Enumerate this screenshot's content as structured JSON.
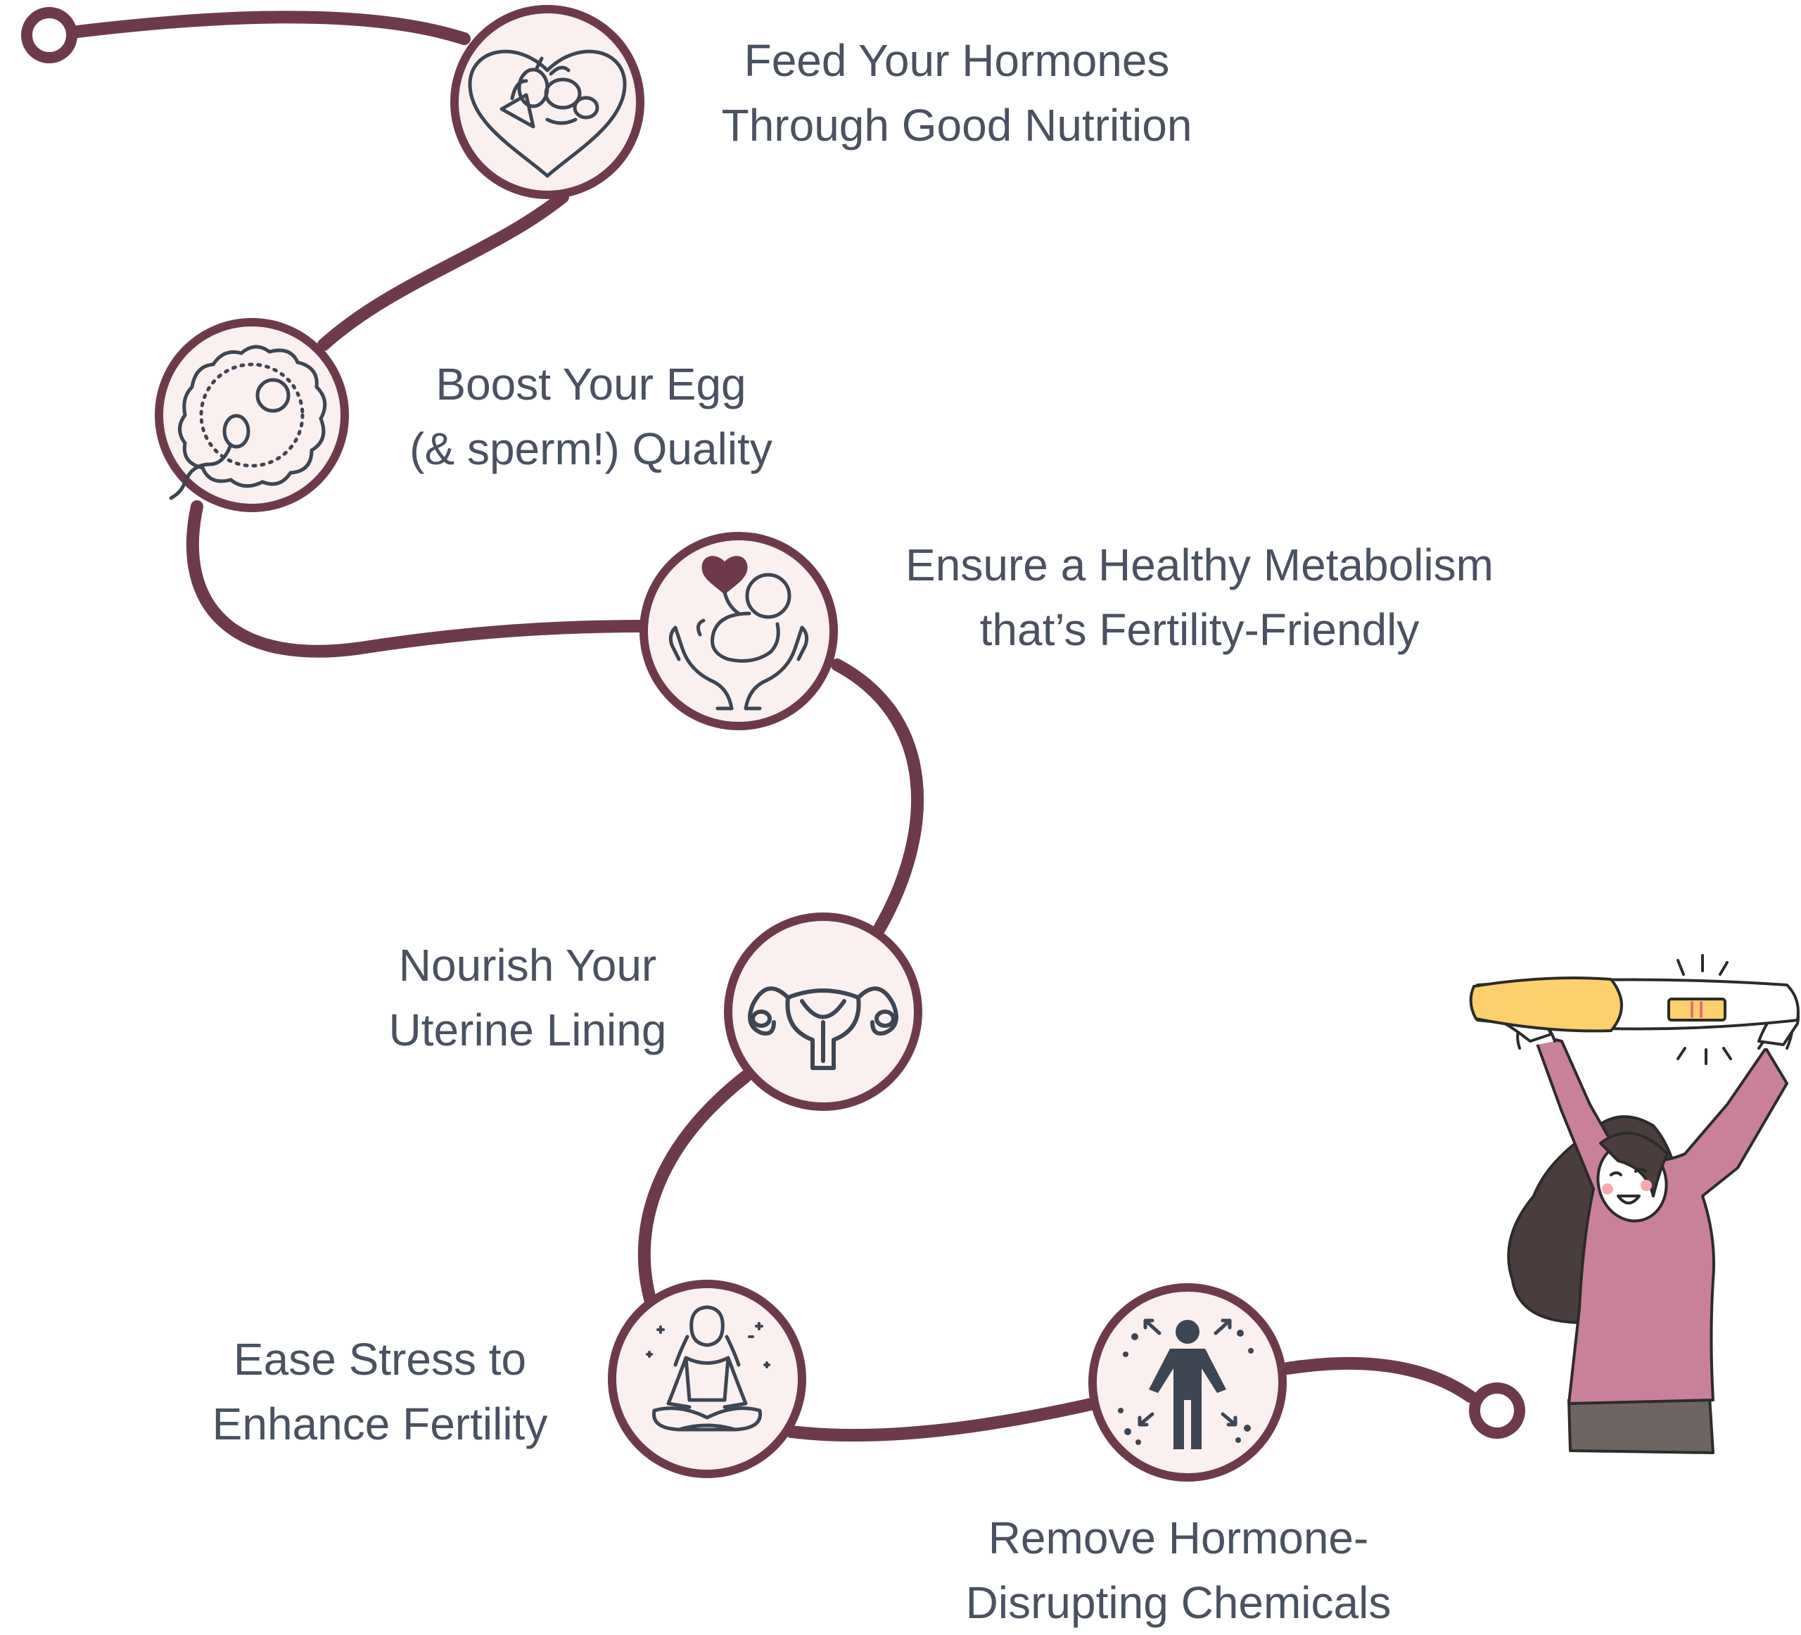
{
  "steps": [
    {
      "line1": "Feed Your Hormones",
      "line2": "Through Good Nutrition",
      "icon": "nutrition-heart-icon"
    },
    {
      "line1": "Boost Your Egg",
      "line2": "(& sperm!) Quality",
      "icon": "egg-sperm-icon"
    },
    {
      "line1": "Ensure a Healthy Metabolism",
      "line2": "that’s Fertility-Friendly",
      "icon": "baby-hands-icon"
    },
    {
      "line1": "Nourish Your",
      "line2": "Uterine Lining",
      "icon": "uterus-icon"
    },
    {
      "line1": "Ease Stress to",
      "line2": "Enhance Fertility",
      "icon": "meditation-icon"
    },
    {
      "line1": "Remove Hormone-",
      "line2": "Disrupting Chemicals",
      "icon": "detox-person-icon"
    }
  ],
  "colors": {
    "path": "#6e3a4b",
    "circle_fill": "#f9f0ef",
    "icon_stroke": "#3e4553",
    "text": "#4a5160",
    "heart": "#6e3a4b",
    "shirt": "#c9809a",
    "test_yellow": "#fcd06c"
  }
}
